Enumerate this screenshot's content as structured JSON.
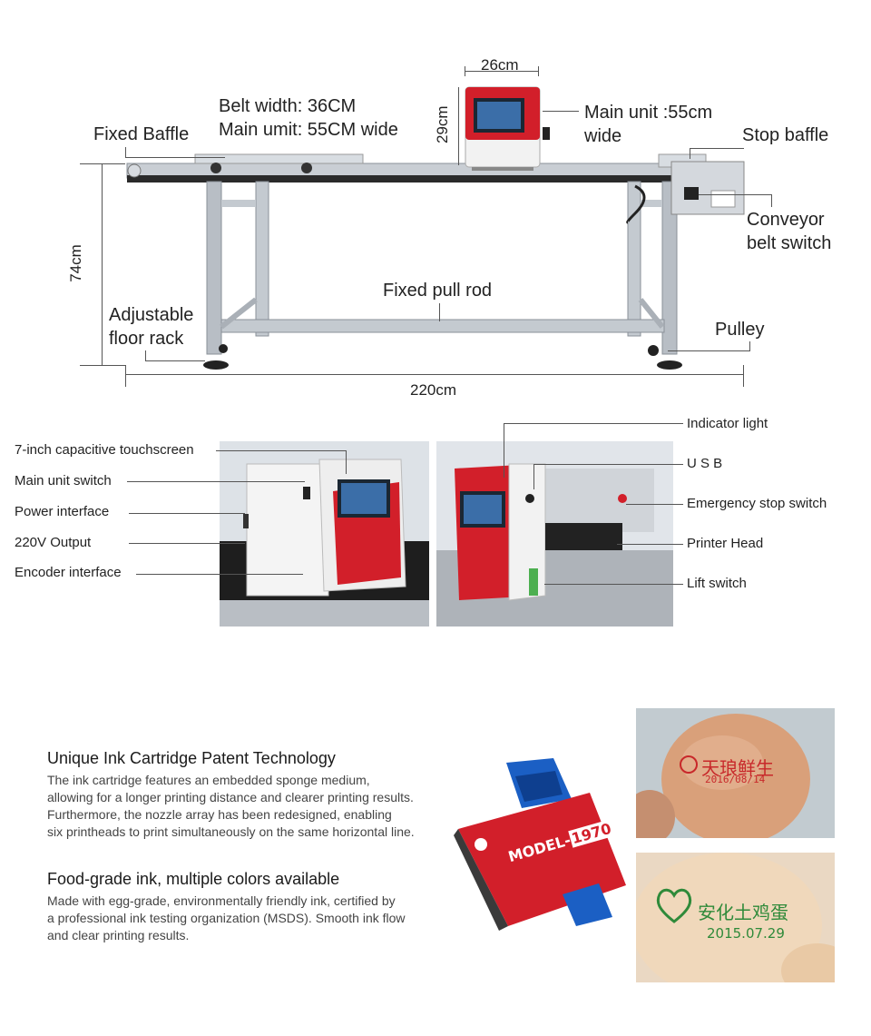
{
  "dimensions": {
    "top_width": "26cm",
    "unit_height": "29cm",
    "table_height": "74cm",
    "total_length": "220cm"
  },
  "top_labels": {
    "belt_width": "Belt width: 36CM",
    "main_unit_wide": "Main umit: 55CM wide",
    "fixed_baffle": "Fixed Baffle",
    "main_unit_line1": "Main unit :55cm",
    "main_unit_line2": "wide",
    "stop_baffle": "Stop baffle",
    "conveyor_line1": "Conveyor",
    "conveyor_line2": "belt switch",
    "fixed_pull_rod": "Fixed pull rod",
    "adjustable_line1": "Adjustable",
    "adjustable_line2": "floor rack",
    "pulley": "Pulley"
  },
  "left_callouts": [
    "7-inch capacitive touchscreen",
    "Main unit switch",
    "Power interface",
    "220V Output",
    "Encoder interface"
  ],
  "right_callouts": [
    "Indicator light",
    "U S B",
    "Emergency stop switch",
    "Printer Head",
    "Lift switch"
  ],
  "ink_section": {
    "title1": "Unique Ink Cartridge Patent Technology",
    "para1": [
      "The ink cartridge features an embedded sponge medium,",
      "allowing for a longer printing distance and clearer printing results.",
      "Furthermore, the nozzle array has been redesigned, enabling",
      "six printheads to print simultaneously on the same horizontal line."
    ],
    "title2": "Food-grade ink, multiple colors available",
    "para2": [
      "Made with egg-grade, environmentally friendly ink, certified by",
      "a professional ink testing organization (MSDS). Smooth ink flow",
      "and clear printing results."
    ]
  },
  "cartridge": {
    "model_prefix": "MODEL-",
    "model_number": "1970"
  },
  "eggs": {
    "egg1_brand": "天琅鲜生",
    "egg1_date": "2016/08/14",
    "egg2_brand": "安化土鸡蛋",
    "egg2_date": "2015.07.29"
  },
  "colors": {
    "printer_red": "#d21f2a",
    "frame_silver": "#b8bec5",
    "egg_red_ink": "#c8282a",
    "egg_green_ink": "#2f8a3a"
  }
}
